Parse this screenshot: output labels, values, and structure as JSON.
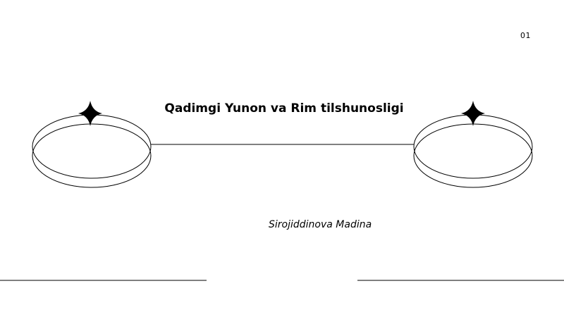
{
  "slide": {
    "page_number": "01",
    "title": "Qadimgi Yunon va Rim tilshunosligi",
    "author": "Sirojiddinova Madina"
  },
  "icons": {
    "left_star": "four-point-star-icon",
    "right_star": "four-point-star-icon"
  },
  "colors": {
    "background": "#ffffff",
    "ink": "#000000"
  }
}
